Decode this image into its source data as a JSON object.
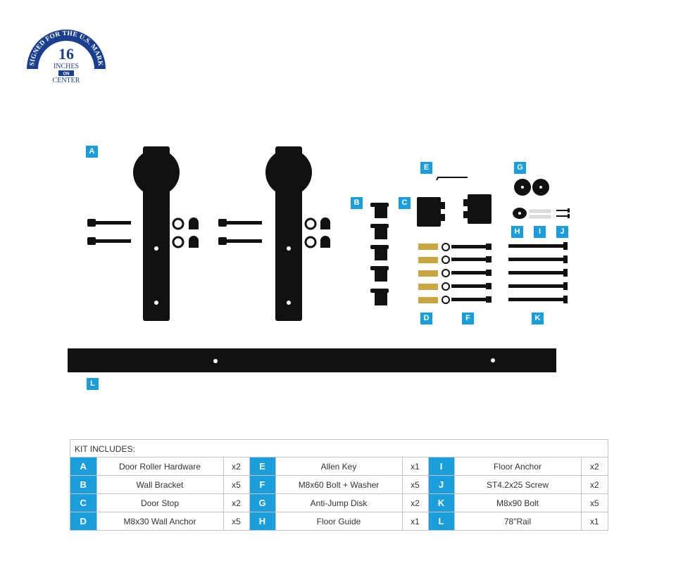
{
  "badge": {
    "arc_text": "DESIGNED FOR THE U.S. MARKET",
    "number": "16",
    "line1": "INCHES",
    "line2": "ON",
    "line3": "CENTER"
  },
  "diagram_labels": {
    "A": "A",
    "B": "B",
    "C": "C",
    "D": "D",
    "E": "E",
    "F": "F",
    "G": "G",
    "H": "H",
    "I": "I",
    "J": "J",
    "K": "K",
    "L": "L"
  },
  "kit": {
    "title": "KIT INCLUDES:",
    "rows": [
      [
        {
          "letter": "A",
          "name": "Door Roller Hardware",
          "qty": "x2"
        },
        {
          "letter": "E",
          "name": "Allen Key",
          "qty": "x1"
        },
        {
          "letter": "I",
          "name": "Floor Anchor",
          "qty": "x2"
        }
      ],
      [
        {
          "letter": "B",
          "name": "Wall Bracket",
          "qty": "x5"
        },
        {
          "letter": "F",
          "name": "M8x60 Bolt + Washer",
          "qty": "x5"
        },
        {
          "letter": "J",
          "name": "ST4.2x25 Screw",
          "qty": "x2"
        }
      ],
      [
        {
          "letter": "C",
          "name": "Door Stop",
          "qty": "x2"
        },
        {
          "letter": "G",
          "name": "Anti-Jump Disk",
          "qty": "x2"
        },
        {
          "letter": "K",
          "name": "M8x90 Bolt",
          "qty": "x5"
        }
      ],
      [
        {
          "letter": "D",
          "name": "M8x30 Wall Anchor",
          "qty": "x5"
        },
        {
          "letter": "H",
          "name": "Floor Guide",
          "qty": "x1"
        },
        {
          "letter": "L",
          "name": "78\"Rail",
          "qty": "x1"
        }
      ]
    ]
  },
  "colors": {
    "accent": "#1a9ddb",
    "hardware": "#111111",
    "brass": "#c9a640",
    "badge_blue": "#1b3f8f"
  }
}
